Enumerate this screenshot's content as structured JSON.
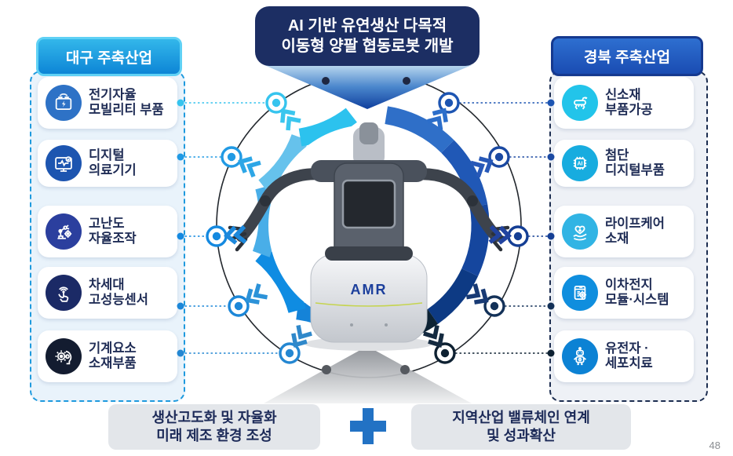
{
  "page": {
    "number": "48"
  },
  "banner": {
    "text": "AI 기반 유연생산 다목적\n이동형 양팔 협동로봇 개발",
    "bg": "#1c2e63"
  },
  "left_panel": {
    "title": "대구 주축산업",
    "header_colors": [
      "#33b7ea",
      "#0d85d6"
    ],
    "border_color": "#1e9ade",
    "items": [
      {
        "label": "전기자율\n모빌리티 부품",
        "icon": "battery-icon",
        "icon_bg": "#2e72c6"
      },
      {
        "label": "디지털\n의료기기",
        "icon": "medical-monitor-icon",
        "icon_bg": "#1d55b0"
      },
      {
        "label": "고난도\n자율조작",
        "icon": "robot-arm-icon",
        "icon_bg": "#2b3f9e"
      },
      {
        "label": "차세대\n고성능센서",
        "icon": "sensor-touch-icon",
        "icon_bg": "#1b2a66"
      },
      {
        "label": "기계요소\n소재부품",
        "icon": "machine-parts-icon",
        "icon_bg": "#131c30"
      }
    ]
  },
  "right_panel": {
    "title": "경북 주축산업",
    "header_colors": [
      "#2e6fd0",
      "#1a4cb2"
    ],
    "border_color": "#1c2d50",
    "items": [
      {
        "label": "신소재\n부품가공",
        "icon": "robot-dog-icon",
        "icon_bg": "#22c4ea"
      },
      {
        "label": "첨단\n디지털부품",
        "icon": "ai-chip-icon",
        "icon_bg": "#17acdf",
        "icon_text": "AI"
      },
      {
        "label": "라이프케어\n소재",
        "icon": "heart-hand-icon",
        "icon_bg": "#31b4e4"
      },
      {
        "label": "이차전지\n모듈·시스템",
        "icon": "battery-module-icon",
        "icon_bg": "#0f8ede"
      },
      {
        "label": "유전자 ·\n세포치료",
        "icon": "cell-robot-icon",
        "icon_bg": "#0c82d4"
      }
    ]
  },
  "center": {
    "robot_base_label": "AMR"
  },
  "bottom": {
    "left_box": "생산고도화 및 자율화\n미래 제조 환경 조성",
    "right_box": "지역산업 밸류체인 연계\n및 성과확산",
    "plus_color": "#2272c4"
  },
  "colors": {
    "ring_left": [
      "#1583d8",
      "#0f8ce2",
      "#49aee8",
      "#66c2ec",
      "#2cc2ee"
    ],
    "ring_right": [
      "#2f6fc8",
      "#2058b6",
      "#15469e",
      "#0d3a84",
      "#0d2334"
    ],
    "nodes_left": [
      "#36c4ee",
      "#219ae4",
      "#1489e0",
      "#1c87d8",
      "#2487d2"
    ],
    "nodes_right": [
      "#1d55b2",
      "#1b49a2",
      "#143e94",
      "#133158",
      "#0e2132"
    ]
  }
}
